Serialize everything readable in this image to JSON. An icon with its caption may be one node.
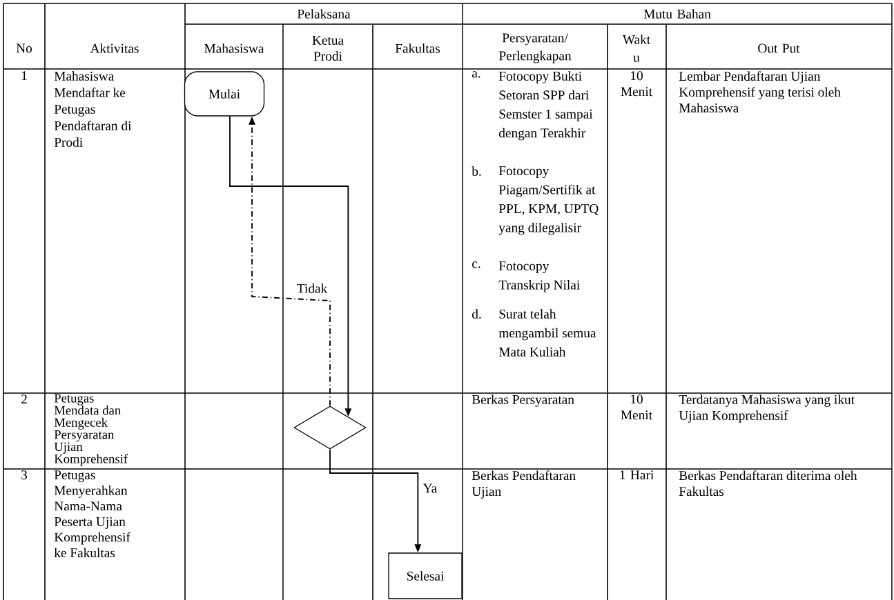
{
  "diagram": {
    "nodes": [
      {
        "text": [
          "Mulai"
        ]
      },
      {
        "text": [],
        "shape": "diamond"
      },
      {
        "text": [
          "Selesai"
        ]
      }
    ],
    "edges": [
      {
        "from": 0,
        "to": 1,
        "arrow": "to"
      },
      {
        "from": 1,
        "to": 0,
        "arrow": "to",
        "style": "dashed",
        "label": "Tidak"
      },
      {
        "from": 1,
        "to": 2,
        "arrow": "to",
        "label": "Ya"
      }
    ],
    "labels": [
      "No",
      "Aktivitas",
      "Pelaksana",
      "Mutu Bahan",
      "Mahasiswa",
      "Ketua Prodi",
      "Fakultas",
      "Persyaratan/ Perlengkapan",
      "Wakt u",
      "Out Put",
      "1",
      "Mahasiswa Mendaftar ke Petugas Pendaftaran di Prodi",
      "a.",
      "Fotocopy Bukti Setoran SPP dari Semster 1 sampai dengan Terakhir",
      "b.",
      "Fotocopy Piagam/Sertifik at PPL, KPM, UPTQ yang dilegalisir",
      "c.",
      "Fotocopy Transkrip Nilai",
      "d.",
      "Surat telah mengambil semua Mata Kuliah",
      "10 Menit",
      "Lembar Pendaftaran Ujian Komprehensif yang terisi oleh Mahasiswa",
      "2",
      "Petugas Mendata dan Mengecek Persyaratan Ujian Komprehensif",
      "Berkas Persyaratan",
      "10 Menit",
      "Terdatanya Mahasiswa yang ikut Ujian Komprehensif",
      "3",
      "Petugas Menyerahkan Nama-Nama Peserta Ujian Komprehensif ke Fakultas",
      "Berkas Pendaftaran Ujian",
      "1 Hari",
      "Berkas Pendaftaran diterima oleh Fakultas"
    ]
  }
}
